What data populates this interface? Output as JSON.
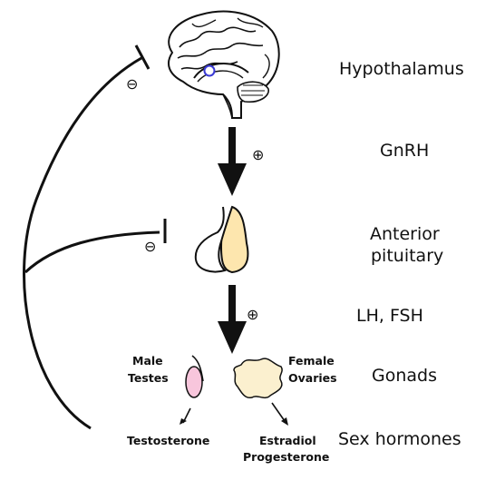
{
  "stages": {
    "hypothalamus": "Hypothalamus",
    "gnrh": "GnRH",
    "anterior_pituitary_line1": "Anterior",
    "anterior_pituitary_line2": "pituitary",
    "lh_fsh": "LH, FSH",
    "gonads": "Gonads",
    "sex_hormones": "Sex hormones"
  },
  "male": {
    "label_line1": "Male",
    "label_line2": "Testes",
    "hormone": "Testosterone"
  },
  "female": {
    "label_line1": "Female",
    "label_line2": "Ovaries",
    "hormone_line1": "Estradiol",
    "hormone_line2": "Progesterone"
  },
  "signs": {
    "stimulate": "⊕",
    "inhibit": "⊖"
  },
  "colors": {
    "ink": "#111111",
    "pituitary_posterior": "#fde6ae",
    "testis_fill": "#f8c6dc",
    "ovary_fill": "#fbf0cf",
    "hypothalamus_marker": "#3b3bd6"
  }
}
